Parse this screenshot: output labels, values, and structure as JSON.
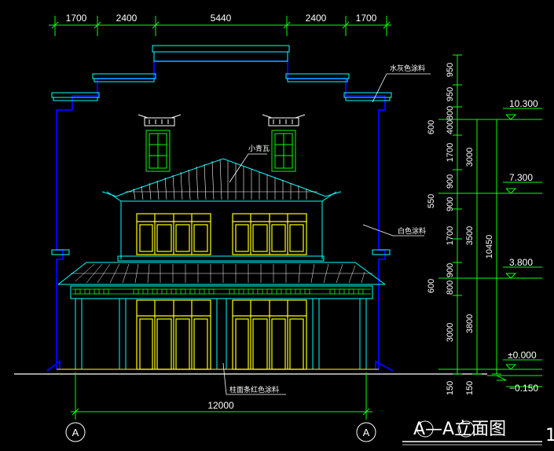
{
  "top_dimensions": [
    "1700",
    "2400",
    "5440",
    "2400",
    "1700"
  ],
  "overall_width": "12000",
  "right_dims_inner": [
    "950",
    "950",
    "800",
    "400",
    "600",
    "1700",
    "900",
    "550",
    "900",
    "1700",
    "900",
    "800",
    "600",
    "3000",
    "150"
  ],
  "right_dims_mid": [
    "3000",
    "3500",
    "3800",
    "150"
  ],
  "right_dims_outer": [
    "10450"
  ],
  "levels": [
    "10.300",
    "7.300",
    "3.800",
    "±0.000",
    "−0.150"
  ],
  "annotations": {
    "gray_paint": "水灰色涂料",
    "small_tile": "小青瓦",
    "white_paint": "白色涂料",
    "red_paint": "柱面条红色涂料"
  },
  "axis_labels": [
    "A",
    "A"
  ],
  "drawing_title": "A—A立面图",
  "drawing_title_axis": "A",
  "title_suffix": "1",
  "colors": {
    "background": "#000000",
    "dimension": "#00ff00",
    "wall_outline": "#0000ff",
    "cyan": "#00ffff",
    "window": "#ffff00",
    "text": "#ffffff",
    "green_window": "#00ff00"
  }
}
